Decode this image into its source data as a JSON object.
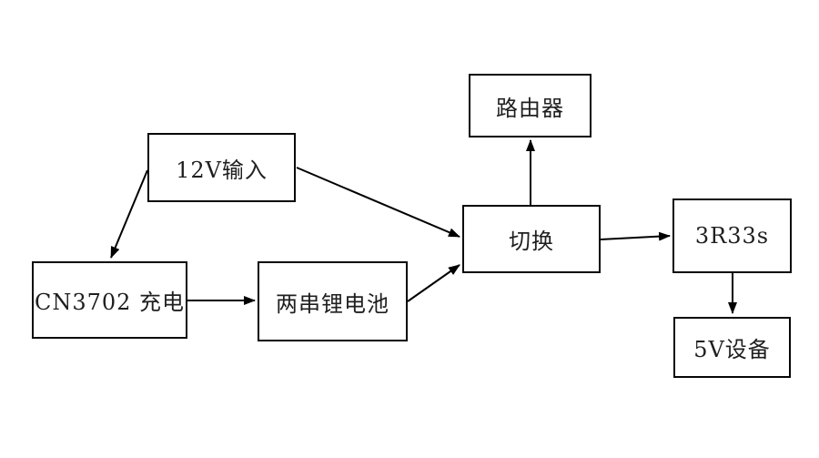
{
  "diagram": {
    "background_color": "#ffffff",
    "line_color": "#000000",
    "box_border_color": "#060606",
    "text_color": "#1f1f1f",
    "nodes": {
      "input12v": {
        "label": "12V输入"
      },
      "router": {
        "label": "路由器"
      },
      "cn3702": {
        "label": "CN3702 充电"
      },
      "battery": {
        "label": "两串锂电池"
      },
      "switch": {
        "label": "切换"
      },
      "regulator3r33s": {
        "label": "3R33s"
      },
      "device5v": {
        "label": "5V设备"
      }
    },
    "connections": [
      {
        "from": "12V输入",
        "to": "CN3702 充电"
      },
      {
        "from": "12V输入",
        "to": "切换"
      },
      {
        "from": "CN3702 充电",
        "to": "两串锂电池"
      },
      {
        "from": "两串锂电池",
        "to": "切换"
      },
      {
        "from": "切换",
        "to": "路由器"
      },
      {
        "from": "切换",
        "to": "3R33s"
      },
      {
        "from": "3R33s",
        "to": "5V设备"
      }
    ]
  }
}
